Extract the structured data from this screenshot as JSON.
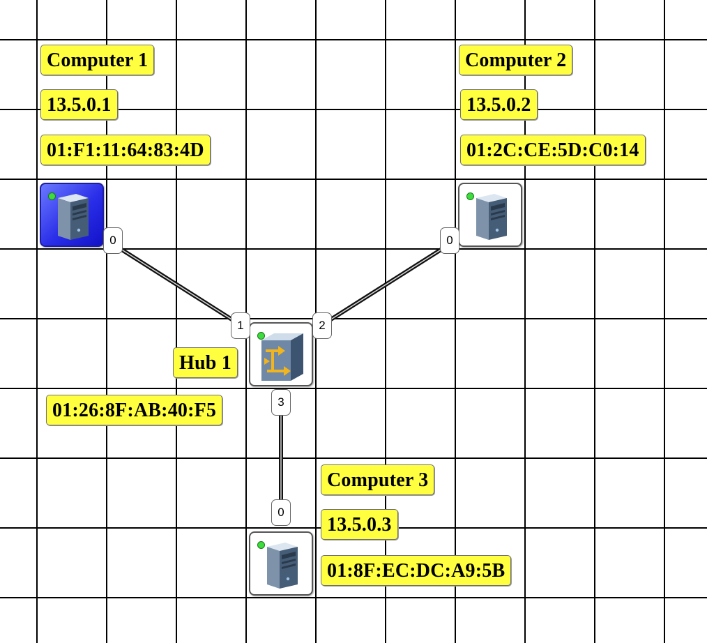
{
  "colors": {
    "label_bg": "#ffff40",
    "grid": "#000000",
    "selected_node": "#2a2ee8",
    "status_led": "#3edc3e"
  },
  "devices": {
    "computer1": {
      "name": "Computer 1",
      "ip": "13.5.0.1",
      "mac": "01:F1:11:64:83:4D",
      "icon": "computer-icon",
      "selected": true,
      "port": "0"
    },
    "computer2": {
      "name": "Computer 2",
      "ip": "13.5.0.2",
      "mac": "01:2C:CE:5D:C0:14",
      "icon": "computer-icon",
      "selected": false,
      "port": "0"
    },
    "computer3": {
      "name": "Computer 3",
      "ip": "13.5.0.3",
      "mac": "01:8F:EC:DC:A9:5B",
      "icon": "computer-icon",
      "selected": false,
      "port": "0"
    },
    "hub1": {
      "name": "Hub 1",
      "mac": "01:26:8F:AB:40:F5",
      "icon": "hub-icon",
      "ports": [
        "1",
        "2",
        "3"
      ]
    }
  },
  "links": [
    {
      "from": "computer1",
      "from_port": "0",
      "to": "hub1",
      "to_port": "1"
    },
    {
      "from": "computer2",
      "from_port": "0",
      "to": "hub1",
      "to_port": "2"
    },
    {
      "from": "computer3",
      "from_port": "0",
      "to": "hub1",
      "to_port": "3"
    }
  ]
}
